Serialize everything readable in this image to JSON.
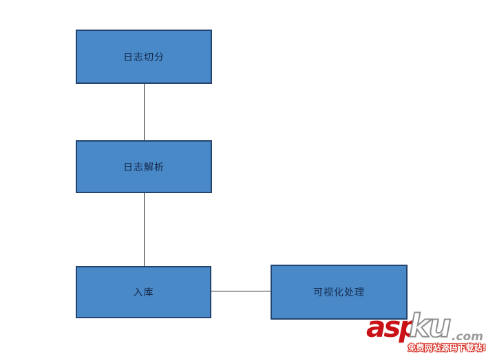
{
  "diagram": {
    "title": "log-processing-flowchart",
    "nodes": [
      {
        "id": "log-split",
        "label": "日志切分"
      },
      {
        "id": "log-parse",
        "label": "日志解析"
      },
      {
        "id": "store",
        "label": "入库"
      },
      {
        "id": "visualize",
        "label": "可视化处理"
      }
    ],
    "edges": [
      {
        "from": "log-split",
        "to": "log-parse",
        "direction": "vertical"
      },
      {
        "from": "log-parse",
        "to": "store",
        "direction": "vertical"
      },
      {
        "from": "store",
        "to": "visualize",
        "direction": "horizontal"
      }
    ],
    "colors": {
      "node_fill": "#4a89c8",
      "node_border": "#24436e",
      "node_label": "#13294b",
      "connector": "#2b2b2b",
      "background": "#ffffff"
    }
  },
  "watermark": {
    "brand_asp": "asp",
    "brand_ku": "ku",
    "brand_tld": ".com",
    "tagline": "免费网站源码下载站!",
    "brand_red": "#c91217",
    "tagline_red": "#d42a1e"
  }
}
